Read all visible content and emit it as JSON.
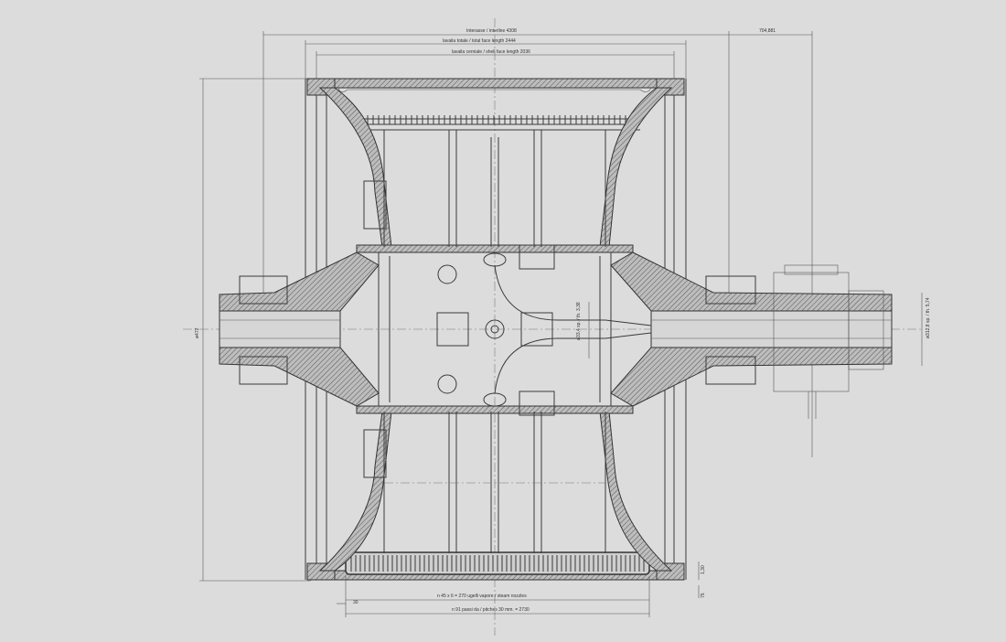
{
  "dimensions": {
    "top1": "Interasse / interline 4308",
    "top_right": "704,881",
    "top2": "lavaila totale / total face length 2444",
    "top3": "lavaila cerniale / shell face length 2036",
    "left_height": "ø472",
    "right_vertical_1": "ø312,8 sp. / th. 5,74",
    "center_vertical": "ø33,4 sp. / th. 3,38",
    "bottom1": "n 45 x 6 = 270 ugelli vapore / steam nozzles",
    "bottom2": "n 91 passi da / pitches 30 mm. = 2730",
    "bottom_small": "30",
    "right_small_1": "1,30",
    "right_small_2": "75"
  },
  "colors": {
    "background": "#dcdcdc",
    "line": "#3a3a3a",
    "hatch": "#6a6a6a"
  }
}
